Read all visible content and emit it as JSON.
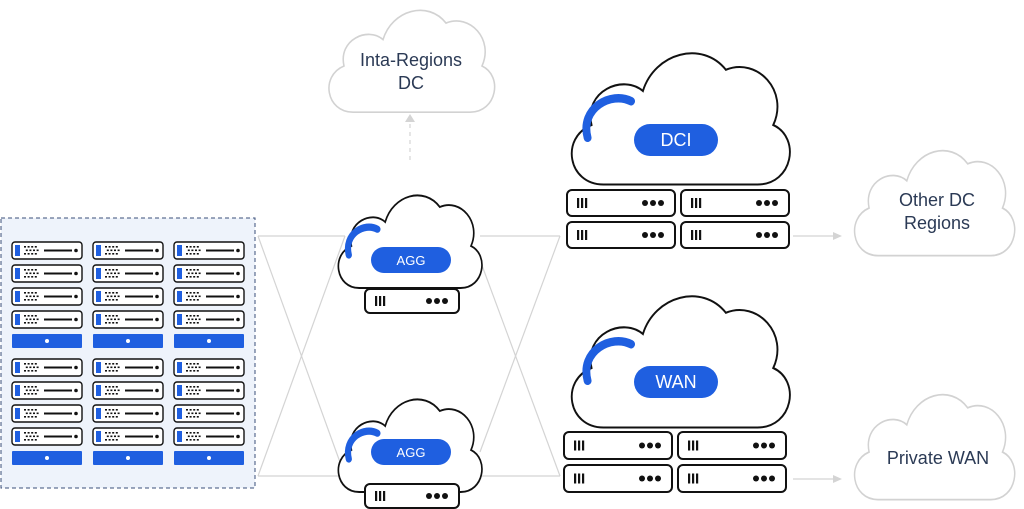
{
  "clouds": {
    "inta_regions": {
      "line1": "Inta-Regions",
      "line2": "DC"
    },
    "dci": {
      "label": "DCI"
    },
    "wan": {
      "label": "WAN"
    },
    "agg_top": {
      "label": "AGG"
    },
    "agg_bottom": {
      "label": "AGG"
    },
    "other_dc": {
      "line1": "Other DC",
      "line2": "Regions"
    },
    "private_wan": {
      "label": "Private WAN"
    }
  },
  "colors": {
    "accent_blue": "#1f5fe0",
    "dark_outline": "#111111",
    "light_cloud_outline": "#d2d2d2",
    "connector_gray": "#cfcfcf",
    "rack_panel_bg": "#eef3fb",
    "rack_panel_border": "#3b4f7a"
  },
  "icons": {
    "server_unit": "server-icon",
    "cloud": "cloud-icon"
  }
}
